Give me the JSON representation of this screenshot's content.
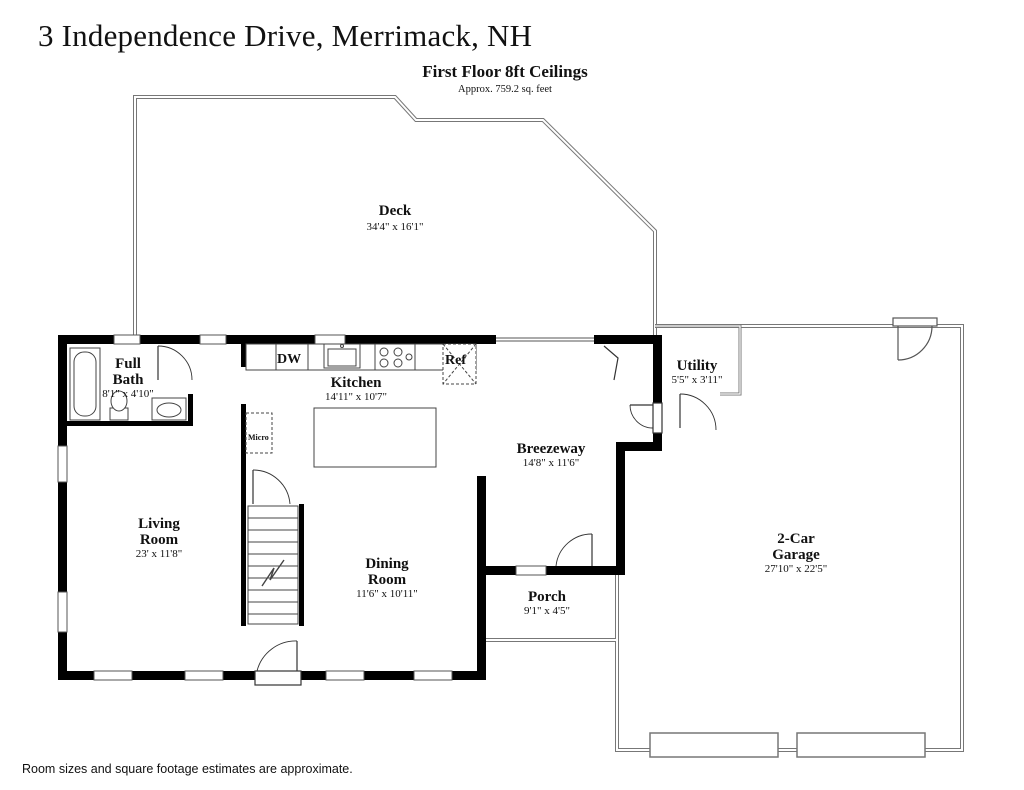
{
  "header": {
    "title": "3 Independence Drive, Merrimack, NH",
    "floor_title": "First Floor 8ft Ceilings",
    "floor_area": "Approx. 759.2 sq. feet"
  },
  "rooms": {
    "deck": {
      "name": "Deck",
      "dims": "34'4\" x 16'1\""
    },
    "full_bath": {
      "name_line1": "Full",
      "name_line2": "Bath",
      "dims": "8'1\" x 4'10\""
    },
    "kitchen": {
      "name": "Kitchen",
      "dims": "14'11\" x 10'7\""
    },
    "utility": {
      "name": "Utility",
      "dims": "5'5\" x 3'11\""
    },
    "breezeway": {
      "name": "Breezeway",
      "dims": "14'8\" x 11'6\""
    },
    "living_room": {
      "name_line1": "Living",
      "name_line2": "Room",
      "dims": "23' x 11'8\""
    },
    "dining_room": {
      "name_line1": "Dining",
      "name_line2": "Room",
      "dims": "11'6\" x 10'11\""
    },
    "porch": {
      "name": "Porch",
      "dims": "9'1\" x 4'5\""
    },
    "garage": {
      "name_line1": "2-Car",
      "name_line2": "Garage",
      "dims": "27'10\" x 22'5\""
    }
  },
  "fixtures": {
    "dishwasher": "DW",
    "refrigerator": "Ref",
    "microwave": "Micro"
  },
  "footer": {
    "disclaimer": "Room sizes and square footage estimates are approximate."
  }
}
